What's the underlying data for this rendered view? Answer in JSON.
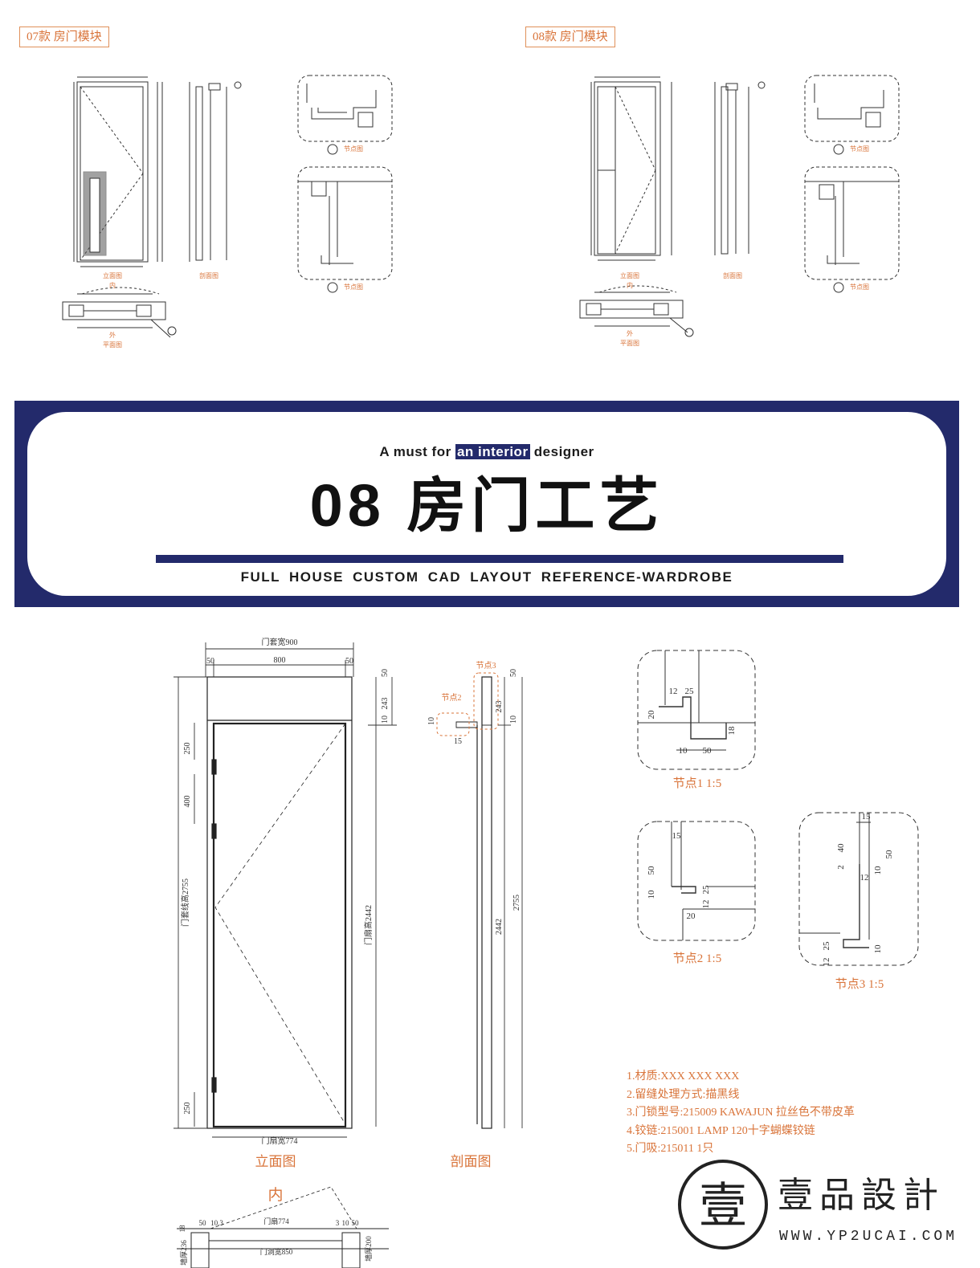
{
  "top_modules": {
    "left_tag": "07款  房门模块",
    "right_tag": "08款  房门模块",
    "left_labels": {
      "elevation": "立面图",
      "inner": "内",
      "section": "剖面图",
      "outer": "外",
      "plan": "平面图",
      "node_a": "节点图",
      "node_b": "节点图"
    },
    "right_labels": {
      "elevation": "立面图",
      "inner": "内",
      "section": "剖面图",
      "outer": "外",
      "plan": "平面图",
      "node_a": "节点图",
      "node_b": "节点图"
    }
  },
  "banner": {
    "tagline_before": "A must for ",
    "tagline_highlight": "an interior",
    "tagline_after": " designer",
    "title": "08 房门工艺",
    "subtitle": "FULL HOUSE CUSTOM CAD LAYOUT REFERENCE-WARDROBE",
    "colors": {
      "navy": "#232a6b"
    }
  },
  "drawing": {
    "elevation": {
      "dim_overall_width": "门套宽900",
      "dim_inner_width": "800",
      "dim_side_left": "50",
      "dim_side_right": "50",
      "dim_right_top": "50",
      "dim_right_243": "243",
      "dim_right_10": "10",
      "dim_left_250_top": "250",
      "dim_left_400": "400",
      "dim_left_250_bottom": "250",
      "dim_overall_height": "门套线高2755",
      "dim_leaf_height": "门扇高2442",
      "dim_bottom_width": "门扇宽774",
      "label": "立面图",
      "inner_label": "内"
    },
    "section": {
      "node2": "节点2",
      "node3": "节点3",
      "dim_10": "10",
      "dim_15": "15",
      "dim_50": "50",
      "dim_243": "243",
      "dim_10b": "10",
      "dim_2442": "2442",
      "dim_2755": "2755",
      "label": "剖面图"
    },
    "plan": {
      "d50": "50",
      "d10_3": "10.3",
      "leaf": "门扇774",
      "opening": "门洞宽850",
      "d18": "18",
      "d236": "墙厚236",
      "d3": "3",
      "d10": "10",
      "d50r": "50",
      "d200": "墙厚200"
    },
    "node1": {
      "d12": "12",
      "d25": "25",
      "d20": "20",
      "d18": "18",
      "d10": "10",
      "d50": "50",
      "caption": "节点1  1:5"
    },
    "node2": {
      "d15": "15",
      "d50": "50",
      "d10": "10",
      "d25": "25",
      "d12": "12",
      "d20": "20",
      "caption": "节点2  1:5"
    },
    "node3": {
      "d15": "15",
      "d40": "40",
      "d50": "50",
      "d2": "2",
      "d10": "10",
      "d12": "12",
      "d25": "25",
      "d12b": "12",
      "d10b": "10",
      "caption": "节点3  1:5"
    }
  },
  "notes": [
    "1.材质:XXX XXX XXX",
    "2.留缝处理方式:描黑线",
    "3.门锁型号:215009 KAWAJUN 拉丝色不带皮革",
    "4.铰链:215001 LAMP 120十字蝴蝶铰链",
    "5.门吸:215011  1只"
  ],
  "logo": {
    "name": "壹品設計",
    "mark": "壹",
    "url": "WWW.YP2UCAI.COM"
  }
}
